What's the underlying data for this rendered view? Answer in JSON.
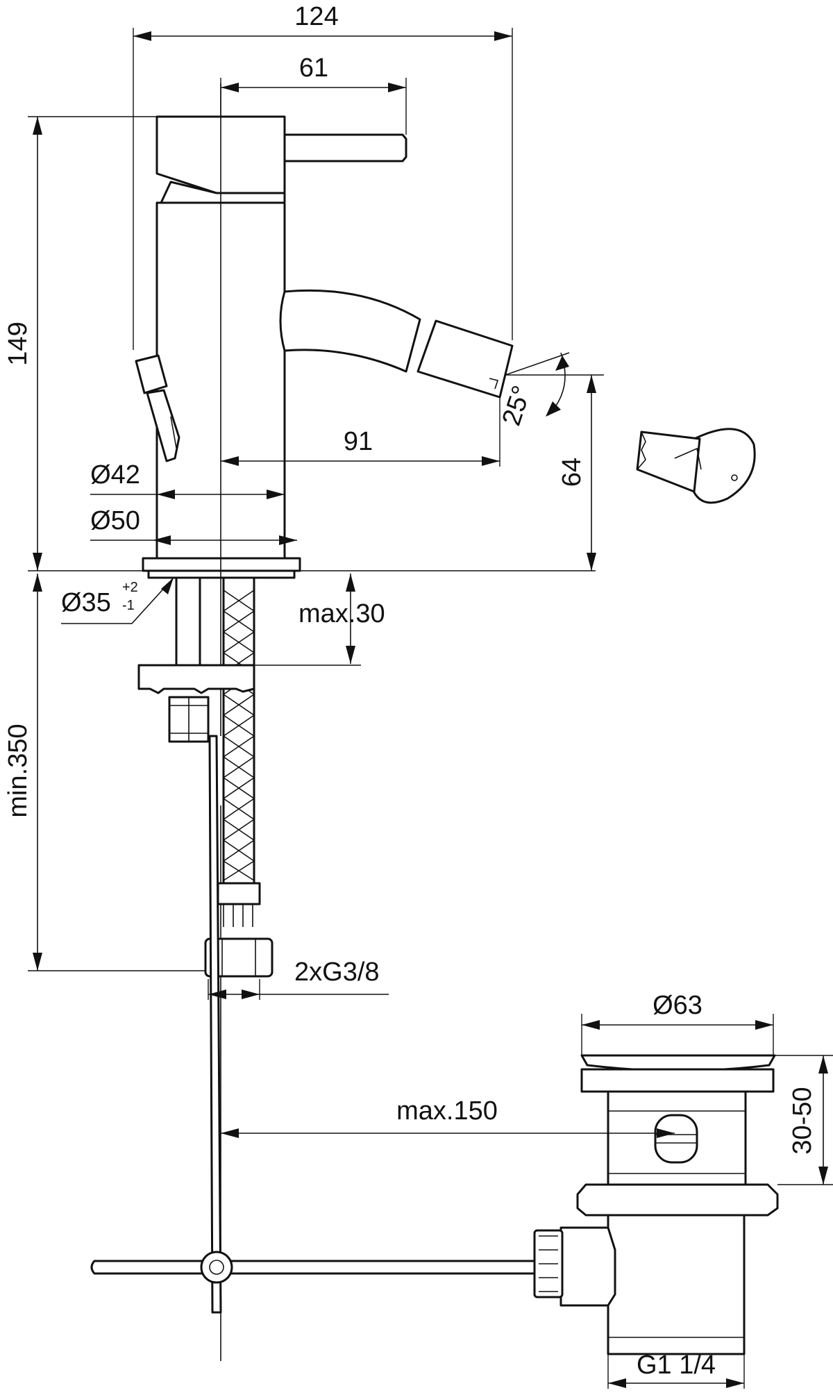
{
  "dimensions": {
    "total_width": "124",
    "lever_length": "61",
    "total_height": "149",
    "spout_reach": "91",
    "spout_height": "64",
    "swivel_angle": "25°",
    "body_diameter_42": "Ø42",
    "base_diameter_50": "Ø50",
    "hole_diameter": "Ø35",
    "hole_tolerance_plus": "+2",
    "hole_tolerance_minus": "-1",
    "deck_thickness": "max.30",
    "hose_length": "min.350",
    "connection": "2xG3/8",
    "waste_diameter": "Ø63",
    "waste_thickness": "30-50",
    "rod_reach": "max.150",
    "waste_thread": "G1 1/4"
  },
  "colors": {
    "line": "#111111",
    "background": "#ffffff"
  }
}
